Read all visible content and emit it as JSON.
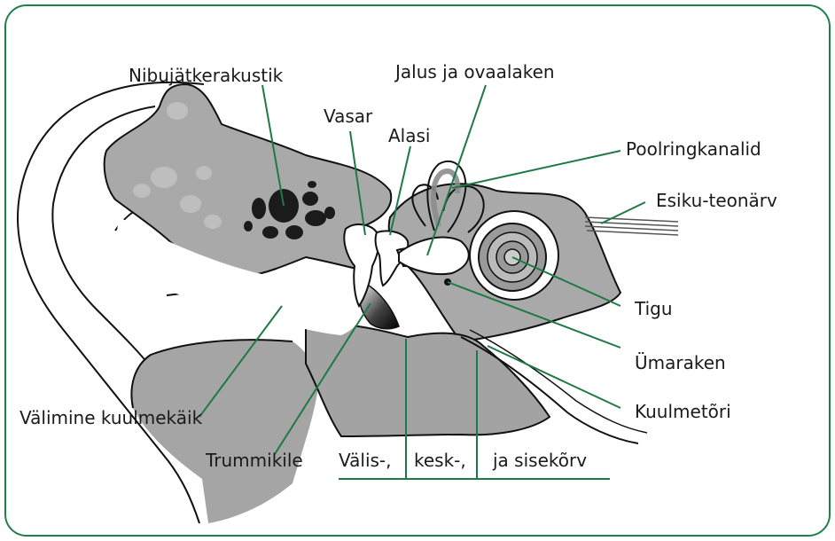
{
  "colors": {
    "frame_border": "#1e8049",
    "leader_line": "#1e7a45",
    "tissue_gray": "#a8a8a8",
    "tissue_dark": "#7a7a7a",
    "bone_gray": "#bcbcbc",
    "outline": "#111111"
  },
  "labels": {
    "nibujatkerakustik": "Nibujätkerakustik",
    "jalus": "Jalus ja ovaalaken",
    "vasar": "Vasar",
    "alasi": "Alasi",
    "poolringkanalid": "Poolringkanalid",
    "esiku_teonarv": "Esiku-teonärv",
    "tigu": "Tigu",
    "umaraken": "Ümaraken",
    "kuulmetori": "Kuulmetõri",
    "valimine_kuulmekaik": "Välimine kuulmekäik",
    "trummikile": "Trummikile",
    "valis": "Välis-,",
    "kesk": "kesk-,",
    "sisekorv": "ja sisekõrv"
  }
}
